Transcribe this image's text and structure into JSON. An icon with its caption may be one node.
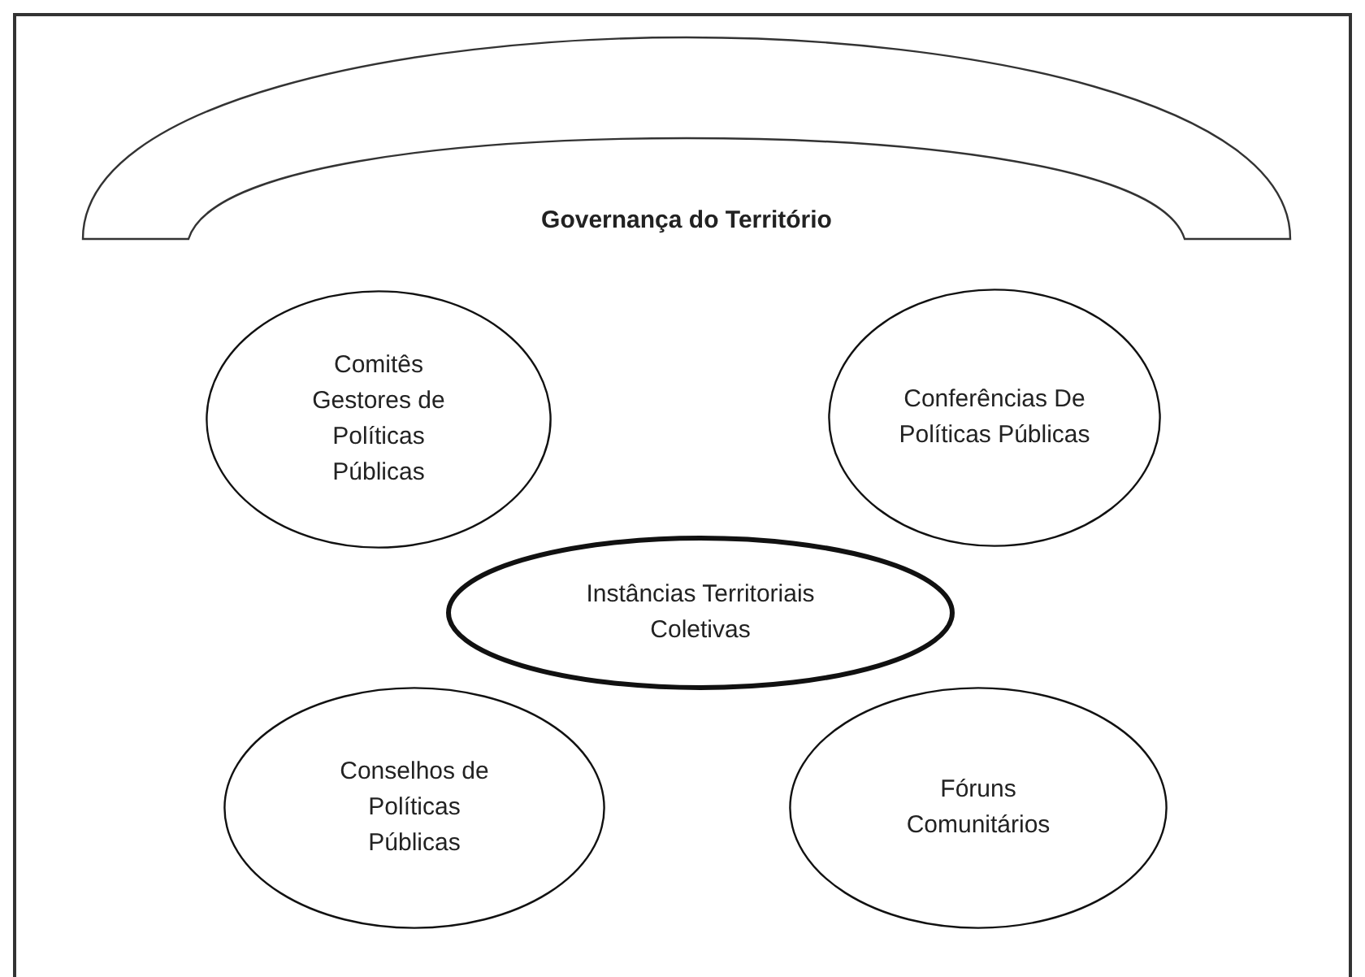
{
  "diagram": {
    "nodes": [
      {
        "text": [
          "Governança do Território"
        ]
      },
      {
        "text": [
          "Comitês Gestores de Políticas Públicas"
        ]
      },
      {
        "text": [
          "Conferências De Políticas Públicas"
        ]
      },
      {
        "text": [
          "Instâncias Territoriais Coletivas"
        ]
      },
      {
        "text": [
          "Conselhos de Políticas Públicas"
        ]
      },
      {
        "text": [
          "Fóruns Comunitários"
        ]
      }
    ]
  }
}
